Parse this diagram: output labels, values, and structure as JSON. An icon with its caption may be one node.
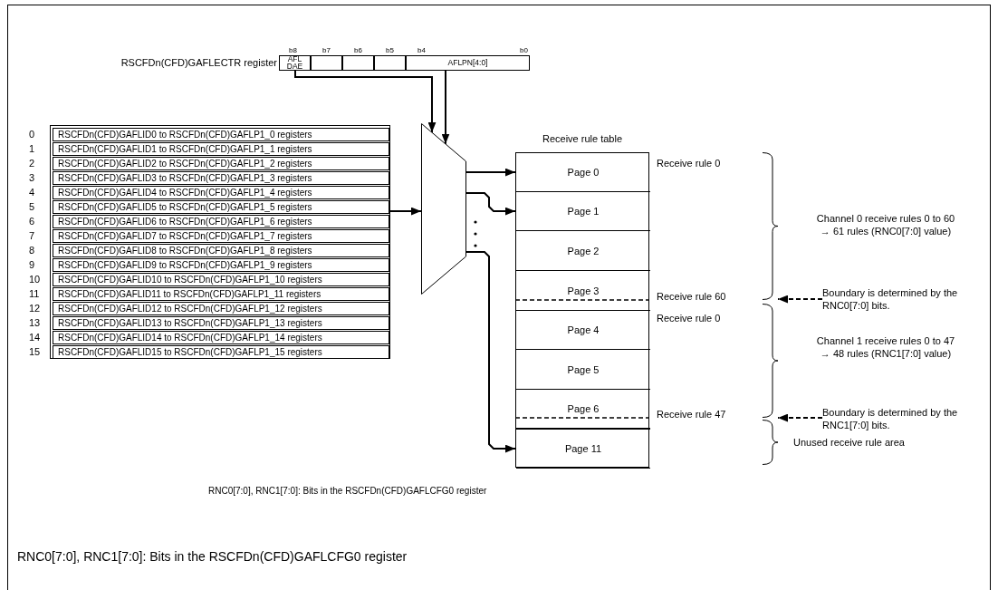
{
  "diagram": {
    "nodes": [
      {
        "text": [
          "AFL DAE"
        ],
        "beside": [
          "b8"
        ]
      },
      {
        "text": [],
        "shape": "box",
        "beside": [
          "b7"
        ]
      },
      {
        "text": [],
        "shape": "box",
        "beside": [
          "b6"
        ]
      },
      {
        "text": [],
        "shape": "box",
        "beside": [
          "b5"
        ]
      },
      {
        "text": [
          "AFLPN[4:0]"
        ],
        "beside": [
          "b4",
          "b0"
        ]
      },
      {
        "text": [],
        "shape": "box"
      },
      {
        "text": [
          "RSCFDn(CFD)GAFLID0 to RSCFDn(CFD)GAFLP1_0 registers"
        ],
        "in": 5,
        "beside": [
          "0"
        ]
      },
      {
        "text": [
          "RSCFDn(CFD)GAFLID1 to RSCFDn(CFD)GAFLP1_1 registers"
        ],
        "in": 5,
        "beside": [
          "1"
        ]
      },
      {
        "text": [
          "RSCFDn(CFD)GAFLID2 to RSCFDn(CFD)GAFLP1_2 registers"
        ],
        "in": 5,
        "beside": [
          "2"
        ]
      },
      {
        "text": [
          "RSCFDn(CFD)GAFLID3 to RSCFDn(CFD)GAFLP1_3 registers"
        ],
        "in": 5,
        "beside": [
          "3"
        ]
      },
      {
        "text": [
          "RSCFDn(CFD)GAFLID4 to RSCFDn(CFD)GAFLP1_4 registers"
        ],
        "in": 5,
        "beside": [
          "4"
        ]
      },
      {
        "text": [
          "RSCFDn(CFD)GAFLID5 to RSCFDn(CFD)GAFLP1_5 registers"
        ],
        "in": 5,
        "beside": [
          "5"
        ]
      },
      {
        "text": [
          "RSCFDn(CFD)GAFLID6 to RSCFDn(CFD)GAFLP1_6 registers"
        ],
        "in": 5,
        "beside": [
          "6"
        ]
      },
      {
        "text": [
          "RSCFDn(CFD)GAFLID7 to RSCFDn(CFD)GAFLP1_7 registers"
        ],
        "in": 5,
        "beside": [
          "7"
        ]
      },
      {
        "text": [
          "RSCFDn(CFD)GAFLID8 to RSCFDn(CFD)GAFLP1_8 registers"
        ],
        "in": 5,
        "beside": [
          "8"
        ]
      },
      {
        "text": [
          "RSCFDn(CFD)GAFLID9 to RSCFDn(CFD)GAFLP1_9 registers"
        ],
        "in": 5,
        "beside": [
          "9"
        ]
      },
      {
        "text": [
          "RSCFDn(CFD)GAFLID10 to RSCFDn(CFD)GAFLP1_10 registers"
        ],
        "in": 5,
        "beside": [
          "10"
        ]
      },
      {
        "text": [
          "RSCFDn(CFD)GAFLID11 to RSCFDn(CFD)GAFLP1_11 registers"
        ],
        "in": 5,
        "beside": [
          "11"
        ]
      },
      {
        "text": [
          "RSCFDn(CFD)GAFLID12 to RSCFDn(CFD)GAFLP1_12 registers"
        ],
        "in": 5,
        "beside": [
          "12"
        ]
      },
      {
        "text": [
          "RSCFDn(CFD)GAFLID13 to RSCFDn(CFD)GAFLP1_13 registers"
        ],
        "in": 5,
        "beside": [
          "13"
        ]
      },
      {
        "text": [
          "RSCFDn(CFD)GAFLID14 to RSCFDn(CFD)GAFLP1_14 registers"
        ],
        "in": 5,
        "beside": [
          "14"
        ]
      },
      {
        "text": [
          "RSCFDn(CFD)GAFLID15 to RSCFDn(CFD)GAFLP1_15 registers"
        ],
        "in": 5,
        "beside": [
          "15"
        ]
      },
      {
        "text": [],
        "shape": "trapezoid"
      },
      {
        "text": [
          "Receive rule table"
        ]
      },
      {
        "text": [
          "Page 0"
        ],
        "in": 23,
        "beside": [
          "Receive rule 0"
        ]
      },
      {
        "text": [
          "Page 1"
        ],
        "in": 23
      },
      {
        "text": [
          "Page 2"
        ],
        "in": 23
      },
      {
        "text": [
          "Page 3"
        ],
        "in": 23,
        "beside": [
          "Receive rule 60"
        ]
      },
      {
        "text": [
          "Page 4"
        ],
        "in": 23,
        "beside": [
          "Receive rule 0"
        ]
      },
      {
        "text": [
          "Page 5"
        ],
        "in": 23
      },
      {
        "text": [
          "Page 6"
        ],
        "in": 23,
        "beside": [
          "Receive rule 47"
        ]
      },
      {
        "text": [
          "Page 11"
        ],
        "in": 23
      },
      {
        "text": [
          "Boundary is determined by the RNC0[7:0] bits."
        ]
      },
      {
        "text": [
          "Boundary is determined by the RNC1[7:0] bits."
        ]
      },
      {
        "text": [],
        "shape": "brace"
      },
      {
        "text": [],
        "shape": "brace"
      },
      {
        "text": [],
        "shape": "brace"
      }
    ],
    "edges": [
      {
        "from": 0,
        "to": 22,
        "arrow": "to"
      },
      {
        "from": 4,
        "to": 22,
        "arrow": "to"
      },
      {
        "from": 5,
        "to": 22,
        "arrow": "to"
      },
      {
        "from": 22,
        "to": 24,
        "arrow": "to"
      },
      {
        "from": 22,
        "to": 25,
        "arrow": "to"
      },
      {
        "from": 22,
        "to": 31,
        "arrow": "to"
      },
      {
        "from": 32,
        "to": 34,
        "arrow": "to",
        "style": "dashed"
      },
      {
        "from": 33,
        "to": 35,
        "arrow": "to",
        "style": "dashed"
      }
    ],
    "labels": [
      "RSCFDn(CFD)GAFLECTR register",
      "Channel 0 receive rules 0 to 60 → 61 rules (RNC0[7:0] value)",
      "Channel 1 receive rules 0 to 47 → 48 rules (RNC1[7:0] value)",
      "Unused receive rule area",
      "RNC0[7:0], RNC1[7:0]: Bits in the RSCFDn(CFD)GAFLCFG0 register",
      "RNC0[7:0], RNC1[7:0]: Bits in the RSCFDn(CFD)GAFLCFG0 register"
    ]
  }
}
